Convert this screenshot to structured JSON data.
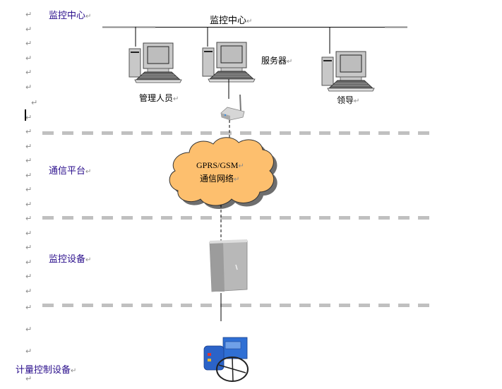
{
  "layers": [
    {
      "label": "监控中心"
    },
    {
      "label": "通信平台"
    },
    {
      "label": "监控设备"
    },
    {
      "label": "计量控制设备"
    }
  ],
  "monitoring_center": {
    "title": "监控中心",
    "nodes": [
      {
        "label": "管理人员",
        "type": "computer"
      },
      {
        "label": "服务器",
        "type": "computer"
      },
      {
        "label": "领导",
        "type": "computer"
      }
    ]
  },
  "communication": {
    "device": "wireless-router",
    "network_line1": "GPRS/GSM",
    "network_line2": "通信网络"
  },
  "monitoring_device": {
    "type": "cabinet"
  },
  "metering_device": {
    "type": "electric-actuator"
  },
  "paragraph_mark": "↵",
  "colors": {
    "layer_label": "#2a0e8c",
    "cloud_fill": "#fdbf6e",
    "divider": "#c0c0c0"
  }
}
